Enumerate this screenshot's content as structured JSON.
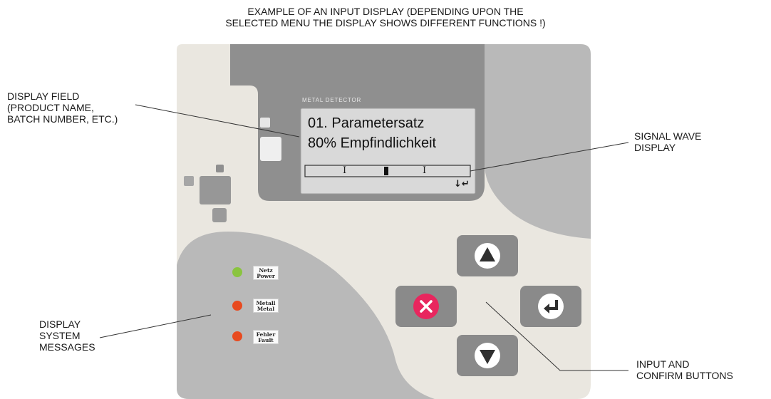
{
  "header": {
    "line1": "EXAMPLE OF AN INPUT DISPLAY (DEPENDING UPON THE",
    "line2": "SELECTED MENU THE DISPLAY SHOWS DIFFERENT FUNCTIONS !)"
  },
  "device": {
    "brand_label": "METAL DETECTOR",
    "lcd": {
      "line1": "01.  Parametersatz",
      "line2": "80% Empfindlichkeit",
      "signal_markers": [
        "I",
        "I"
      ],
      "nav_glyph": "↓↵"
    },
    "leds": [
      {
        "label_top": "Netz",
        "label_bottom": "Power",
        "color": "#8ac43f"
      },
      {
        "label_top": "Metall",
        "label_bottom": "Metal",
        "color": "#e84a1f"
      },
      {
        "label_top": "Fehler",
        "label_bottom": "Fault",
        "color": "#e84a1f"
      }
    ],
    "buttons": {
      "up_icon": "arrow-up-icon",
      "down_icon": "arrow-down-icon",
      "cancel_icon": "close-icon",
      "enter_icon": "enter-icon",
      "cancel_color": "#e8265e"
    }
  },
  "callouts": {
    "display_field": [
      "DISPLAY FIELD",
      "(PRODUCT NAME,",
      "BATCH NUMBER, ETC.)"
    ],
    "signal_wave": [
      "SIGNAL WAVE",
      "DISPLAY"
    ],
    "system_messages": [
      "DISPLAY",
      "SYSTEM",
      "MESSAGES"
    ],
    "input_buttons": [
      "INPUT AND",
      "CONFIRM BUTTONS"
    ]
  }
}
